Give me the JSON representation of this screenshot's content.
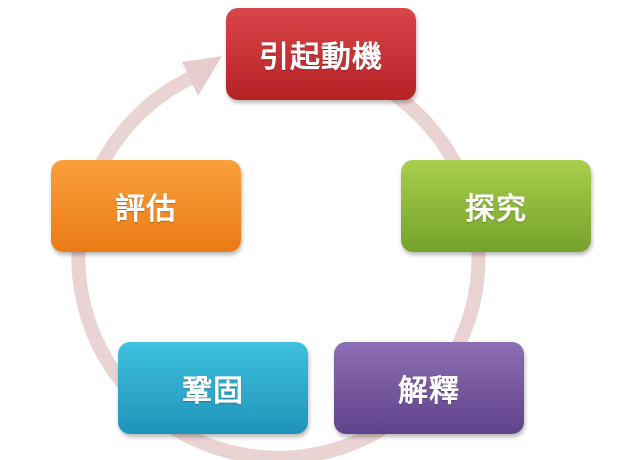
{
  "diagram": {
    "type": "cycle",
    "colors": {
      "ring": "#ead3d3",
      "arrow": "#e6cccc"
    },
    "steps": [
      {
        "label": "引起動機",
        "color": "#c62f33"
      },
      {
        "label": "探究",
        "color": "#8db93a"
      },
      {
        "label": "解釋",
        "color": "#7856a0"
      },
      {
        "label": "鞏固",
        "color": "#2fa9cc"
      },
      {
        "label": "評估",
        "color": "#f38d28"
      }
    ]
  }
}
